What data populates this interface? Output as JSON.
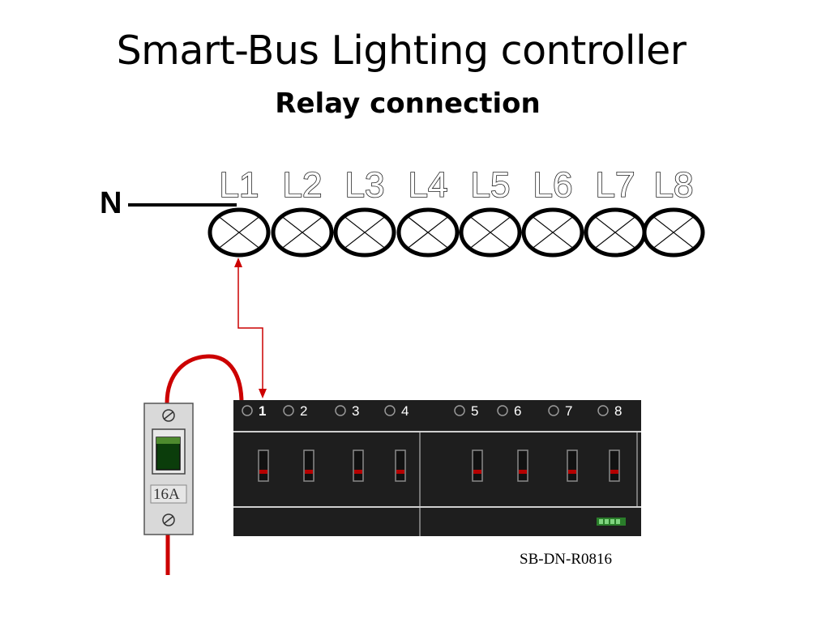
{
  "title": "Smart-Bus Lighting controller",
  "subtitle": "Relay connection",
  "neutral_label": "N",
  "lamps": [
    "L1",
    "L2",
    "L3",
    "L4",
    "L5",
    "L6",
    "L7",
    "L8"
  ],
  "channels": [
    "1",
    "2",
    "3",
    "4",
    "5",
    "6",
    "7",
    "8"
  ],
  "breaker_rating": "16A",
  "model": "SB-DN-R0816",
  "colors": {
    "wire": "#cc0000",
    "device": "#1e1e1e",
    "breaker": "#d9d9d9"
  }
}
